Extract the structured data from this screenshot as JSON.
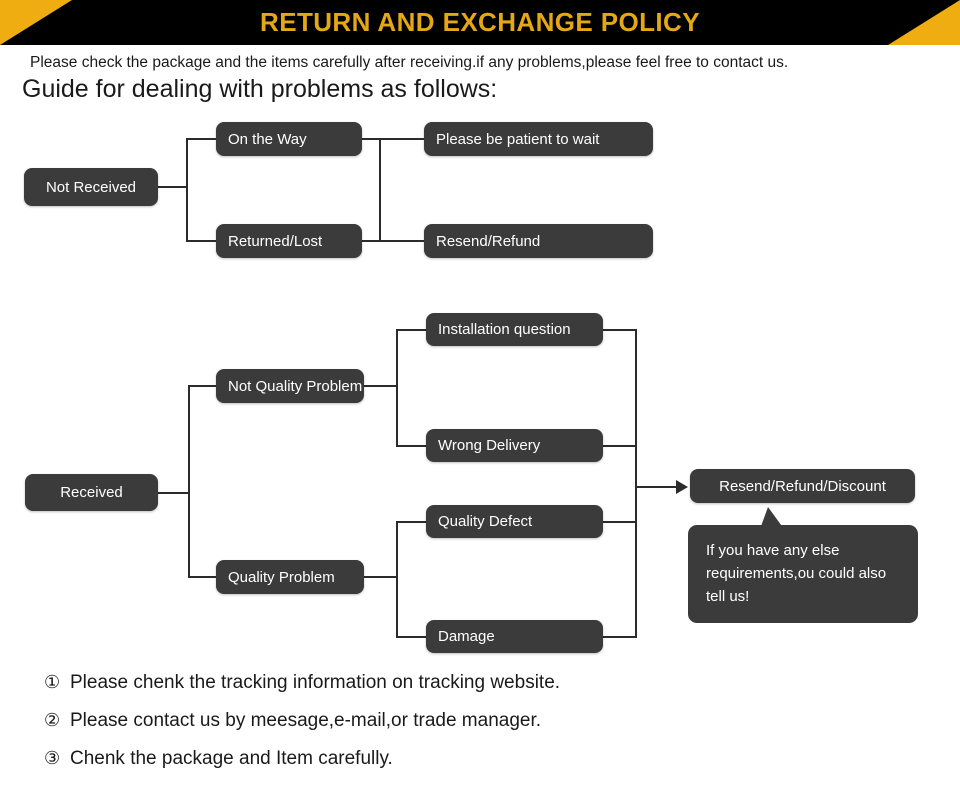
{
  "banner": {
    "title": "RETURN AND EXCHANGE POLICY",
    "bg_color": "#000000",
    "accent_color": "#EFAD12",
    "title_color": "#E5A812"
  },
  "intro": {
    "line1": "Please check the package and the items carefully after receiving.if any problems,please feel free to contact us.",
    "line2": "Guide for dealing with problems as follows:"
  },
  "flow_colors": {
    "node_bg": "#3b3b3b",
    "node_text": "#ffffff",
    "connector": "#2b2b2b"
  },
  "flow_not_received": {
    "root": "Not Received",
    "branches": [
      {
        "label": "On the Way",
        "outcome": "Please be patient to wait"
      },
      {
        "label": "Returned/Lost",
        "outcome": "Resend/Refund"
      }
    ]
  },
  "flow_received": {
    "root": "Received",
    "branches": [
      {
        "label": "Not Quality Problem",
        "reasons": [
          "Installation question",
          "Wrong Delivery"
        ]
      },
      {
        "label": "Quality Problem",
        "reasons": [
          "Quality Defect",
          "Damage"
        ]
      }
    ],
    "outcome": "Resend/Refund/Discount",
    "callout": "If you have any else requirements,ou could also tell us!"
  },
  "notes": [
    {
      "marker": "①",
      "text": "Please chenk the tracking information on tracking website."
    },
    {
      "marker": "②",
      "text": "Please contact us by meesage,e-mail,or trade manager."
    },
    {
      "marker": "③",
      "text": "Chenk the package and Item carefully."
    }
  ]
}
